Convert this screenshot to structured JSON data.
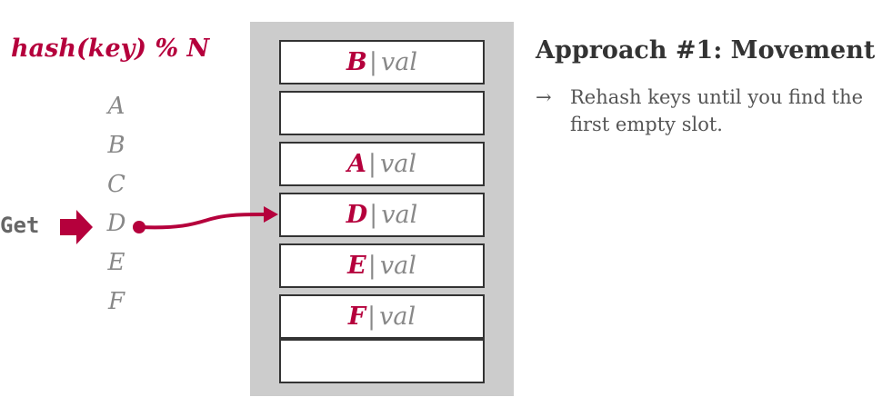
{
  "formula": "hash(key) % N",
  "keys": [
    "A",
    "B",
    "C",
    "D",
    "E",
    "F"
  ],
  "get_label": "Get",
  "slots": [
    {
      "key": "B",
      "sep": "|",
      "value": "val"
    },
    {
      "key": "",
      "sep": "",
      "value": ""
    },
    {
      "key": "A",
      "sep": "|",
      "value": "val"
    },
    {
      "key": "D",
      "sep": "|",
      "value": "val"
    },
    {
      "key": "E",
      "sep": "|",
      "value": "val"
    },
    {
      "key": "F",
      "sep": "|",
      "value": "val"
    },
    {
      "key": "",
      "sep": "",
      "value": ""
    }
  ],
  "approach": {
    "title": "Approach #1: Movement",
    "bullet_arrow": "→",
    "bullet_text": "Rehash keys until you find the first empty slot."
  },
  "colors": {
    "accent": "#b5003c",
    "gray_text": "#888888",
    "table_bg": "#cccccc",
    "slot_border": "#333333"
  }
}
